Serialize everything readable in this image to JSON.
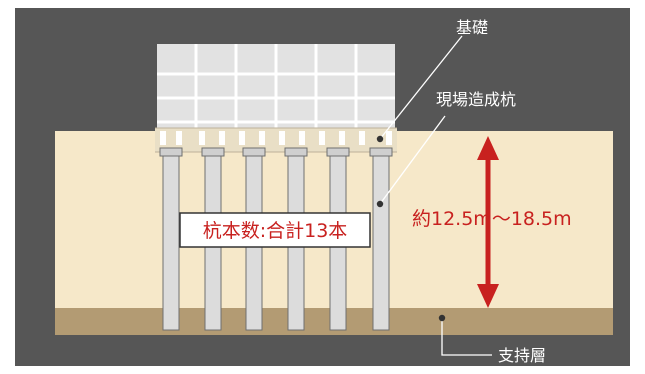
{
  "labels": {
    "foundation": "基礎",
    "cast_in_place_pile": "現場造成杭",
    "pile_count": "杭本数:合計13本",
    "depth": "約12.5m〜18.5m",
    "bearing_layer": "支持層"
  },
  "colors": {
    "background": "#565656",
    "ground": "#f6e8c9",
    "bearing_layer": "#b39b73",
    "pile": "#dcdcdc",
    "pile_outline": "#6f6f6f",
    "foundation_fill": "#e2e2e2",
    "foundation_line": "#ffffff",
    "arrow": "#c8211f",
    "label_text": "#ffffff",
    "leader_line": "#ffffff"
  },
  "icons": {
    "depth_arrow": "double-headed-vertical-arrow-icon",
    "bearing_marker": "dot-marker-icon"
  }
}
